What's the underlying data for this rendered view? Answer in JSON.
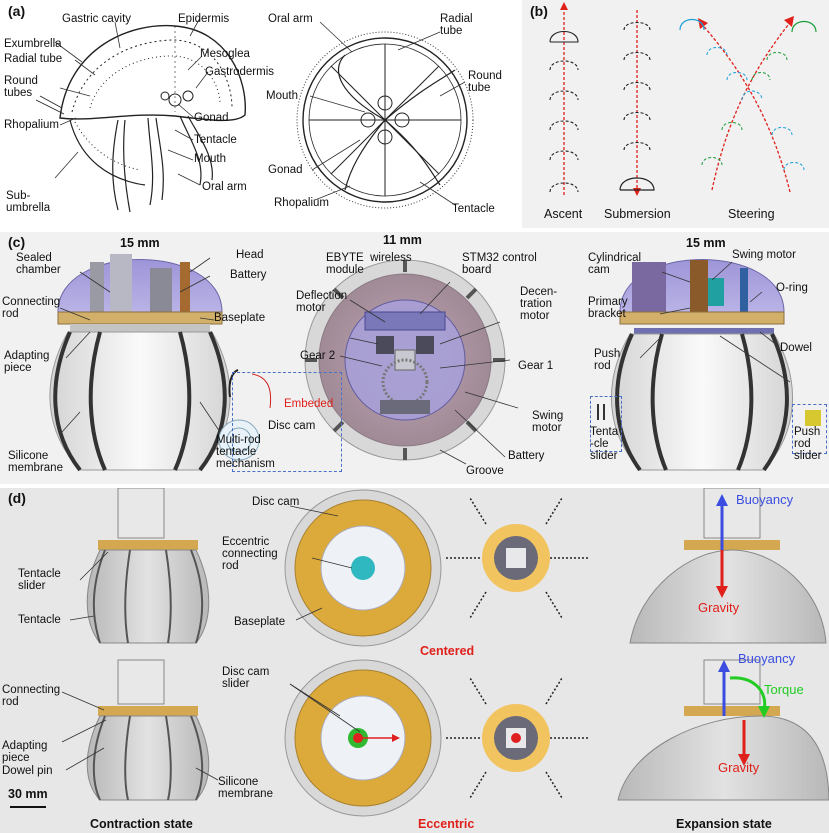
{
  "panel_a": {
    "tag": "(a)",
    "labels": {
      "gastric_cavity": "Gastric cavity",
      "epidermis": "Epidermis",
      "exumbrella": "Exumbrella",
      "radial_tube": "Radial tube",
      "mesoglea": "Mesoglea",
      "round_tubes": "Round\ntubes",
      "gastrodermis": "Gastrodermis",
      "gonad": "Gonad",
      "tentacle": "Tentacle",
      "rhopalium": "Rhopalium",
      "mouth": "Mouth",
      "sub_umbrella": "Sub-\numbrella",
      "oral_arm": "Oral arm",
      "r_oral_arm": "Oral arm",
      "r_radial_tube": "Radial\ntube",
      "r_mouth": "Mouth",
      "r_round_tube": "Round\ntube",
      "r_gonad": "Gonad",
      "r_rhopalium": "Rhopalium",
      "r_tentacle": "Tentacle"
    }
  },
  "panel_b": {
    "tag": "(b)",
    "labels": {
      "ascent": "Ascent",
      "submersion": "Submersion",
      "steering": "Steering"
    }
  },
  "panel_c": {
    "tag": "(c)",
    "scale_left": "15 mm",
    "scale_mid": "11 mm",
    "scale_right": "15 mm",
    "labels": {
      "sealed_chamber": "Sealed\nchamber",
      "head": "Head",
      "battery": "Battery",
      "connecting_rod": "Connecting\nrod",
      "baseplate": "Baseplate",
      "adapting_piece": "Adapting\npiece",
      "embeded": "Embeded",
      "silicone_membrane": "Silicone\nmembrane",
      "multi_rod": "Multi-rod\ntentacle\nmechanism",
      "disc_cam": "Disc cam",
      "ebyte": "EBYTE  wireless\nmodule",
      "stm32": "STM32 control\nboard",
      "deflection_motor": "Deflection\nmotor",
      "decentration_motor": "Decen-\ntration\nmotor",
      "gear2": "Gear 2",
      "gear1": "Gear 1",
      "swing_motor_mid": "Swing\nmotor",
      "battery_mid": "Battery",
      "groove": "Groove",
      "cylindrical_cam": "Cylindrical\ncam",
      "swing_motor": "Swing motor",
      "o_ring": "O-ring",
      "primary_bracket": "Primary\nbracket",
      "dowel": "Dowel",
      "push_rod": "Push\nrod",
      "tentacle_slider": "Tenta\n-cle\nslider",
      "push_rod_slider": "Push\nrod\nslider"
    }
  },
  "panel_d": {
    "tag": "(d)",
    "labels": {
      "disc_cam": "Disc cam",
      "eccentric_rod": "Eccentric\nconnecting\nrod",
      "tentacle_slider": "Tentacle\nslider",
      "tentacle": "Tentacle",
      "baseplate": "Baseplate",
      "centered": "Centered",
      "disc_cam_slider": "Disc cam\nslider",
      "connecting_rod": "Connecting\nrod",
      "adapting_piece": "Adapting\npiece",
      "dowel_pin": "Dowel pin",
      "silicone_membrane": "Silicone\nmembrane",
      "eccentric": "Eccentric",
      "buoyancy_top": "Buoyancy",
      "gravity_top": "Gravity",
      "buoyancy_bot": "Buoyancy",
      "torque": "Torque",
      "gravity_bot": "Gravity",
      "scale": "30 mm",
      "contraction": "Contraction state",
      "expansion": "Expansion state"
    }
  }
}
